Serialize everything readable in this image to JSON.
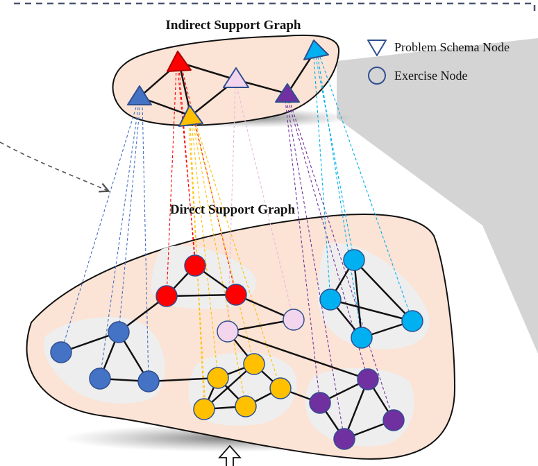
{
  "titles": {
    "indirect": "Indirect Support Graph",
    "direct": "Direct Support Graph"
  },
  "legend": {
    "schema_label": "Problem Schema Node",
    "exercise_label": "Exercise Node"
  },
  "colors": {
    "blue": "#4472c4",
    "red": "#ff0000",
    "pink": "#f3d6ee",
    "yellow": "#ffc000",
    "purple": "#7030a0",
    "cyan": "#00b0f0",
    "region_fill": "#fbe3d5",
    "cluster_fill": "#eeeeee",
    "legend_outline": "#2f4f8f"
  }
}
